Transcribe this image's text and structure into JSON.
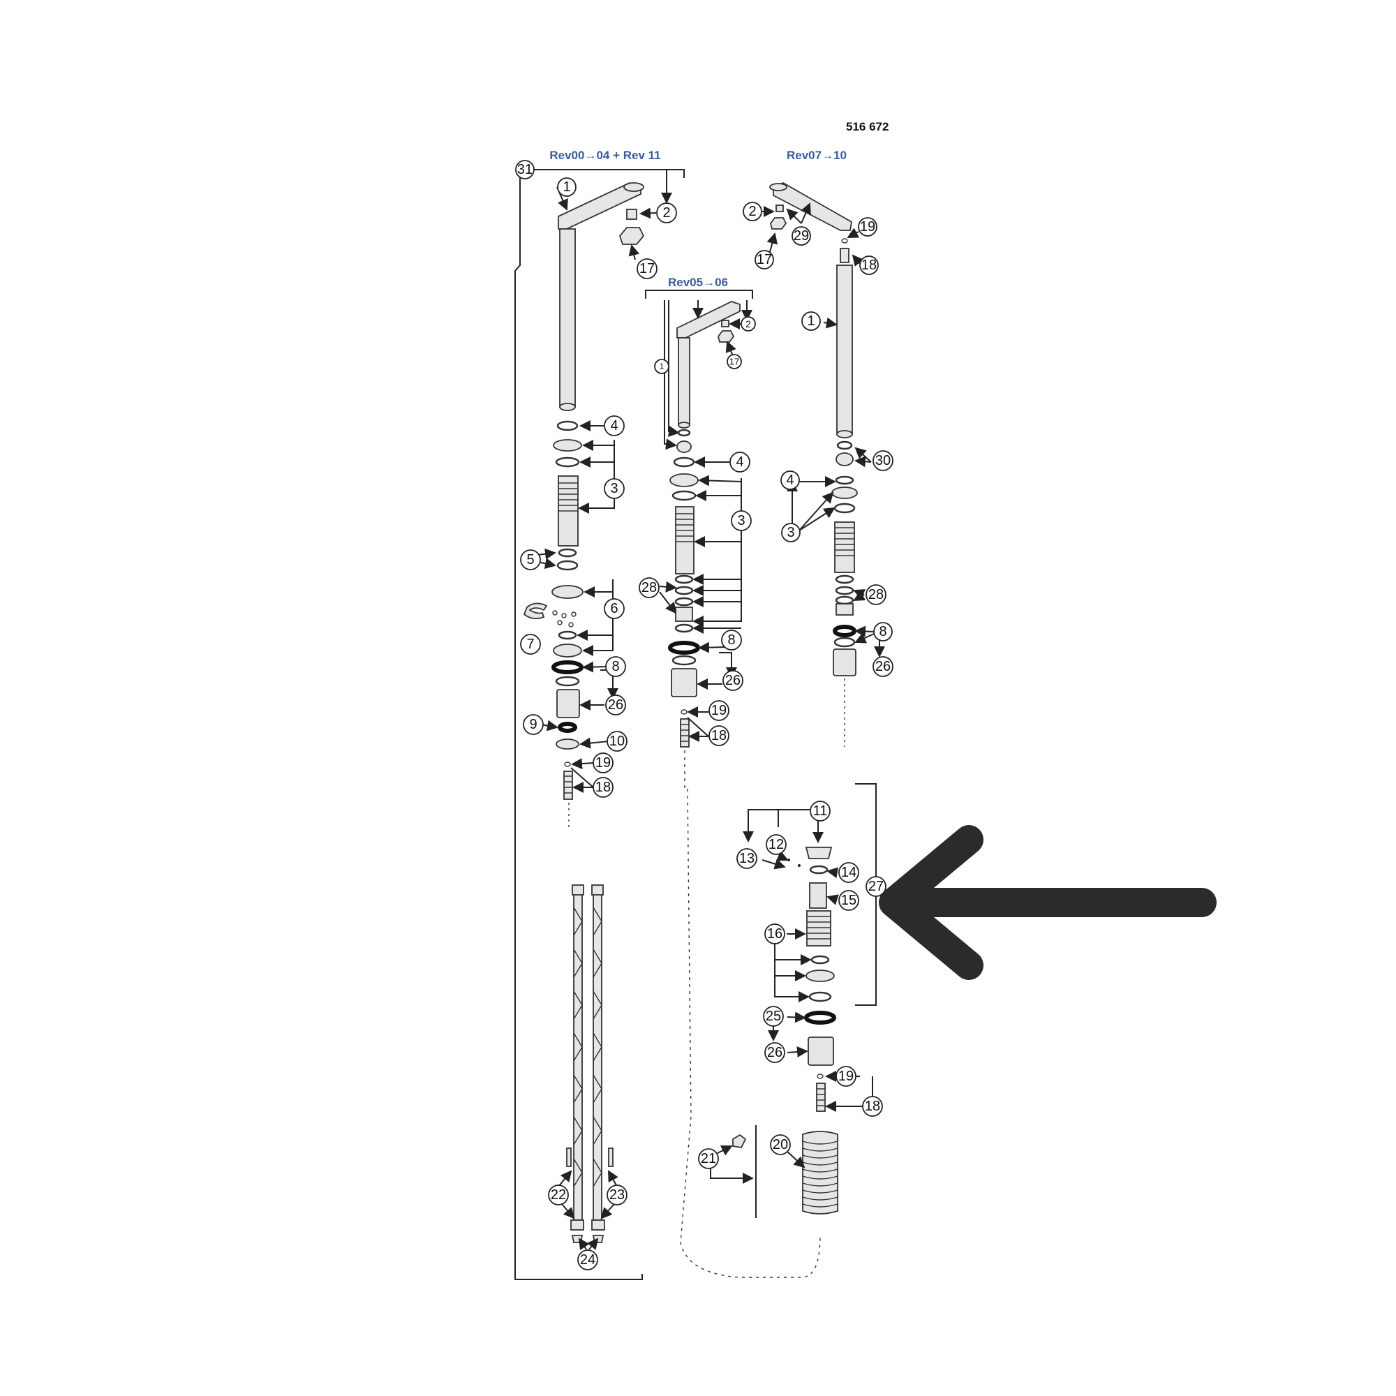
{
  "document_number": "516 672",
  "revision_labels": {
    "left": "Rev00→04 + Rev 11",
    "middle": "Rev05→06",
    "right": "Rev07→10"
  },
  "callouts": {
    "n1": "1",
    "n2": "2",
    "n3": "3",
    "n4": "4",
    "n5": "5",
    "n6": "6",
    "n7": "7",
    "n8": "8",
    "n9": "9",
    "n10": "10",
    "n11": "11",
    "n12": "12",
    "n13": "13",
    "n14": "14",
    "n15": "15",
    "n16": "16",
    "n17": "17",
    "n18": "18",
    "n19": "19",
    "n20": "20",
    "n21": "21",
    "n22": "22",
    "n23": "23",
    "n24": "24",
    "n25": "25",
    "n26": "26",
    "n27": "27",
    "n28": "28",
    "n29": "29",
    "n30": "30",
    "n31": "31"
  },
  "pointer_arrow": {
    "color": "#2b2b2b",
    "direction": "left"
  }
}
